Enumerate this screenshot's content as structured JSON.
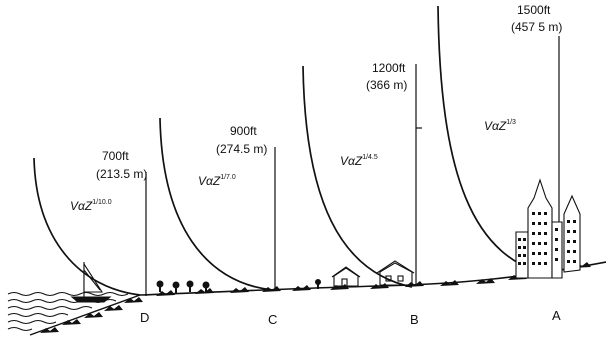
{
  "profiles": [
    {
      "id": "D",
      "point_label": "D",
      "height_ft": "700ft",
      "height_m": "(213.5 m)",
      "law_base": "VαZ",
      "law_exp": "1/10.0"
    },
    {
      "id": "C",
      "point_label": "C",
      "height_ft": "900ft",
      "height_m": "(274.5 m)",
      "law_base": "VαZ",
      "law_exp": "1/7.0"
    },
    {
      "id": "B",
      "point_label": "B",
      "height_ft": "1200ft",
      "height_m": "(366 m)",
      "law_base": "VαZ",
      "law_exp": "1/4.5"
    },
    {
      "id": "A",
      "point_label": "A",
      "height_ft": "1500ft",
      "height_m": "(457 5 m)",
      "law_base": "VαZ",
      "law_exp": "1/3"
    }
  ],
  "colors": {
    "ink": "#111111",
    "background": "#ffffff"
  }
}
